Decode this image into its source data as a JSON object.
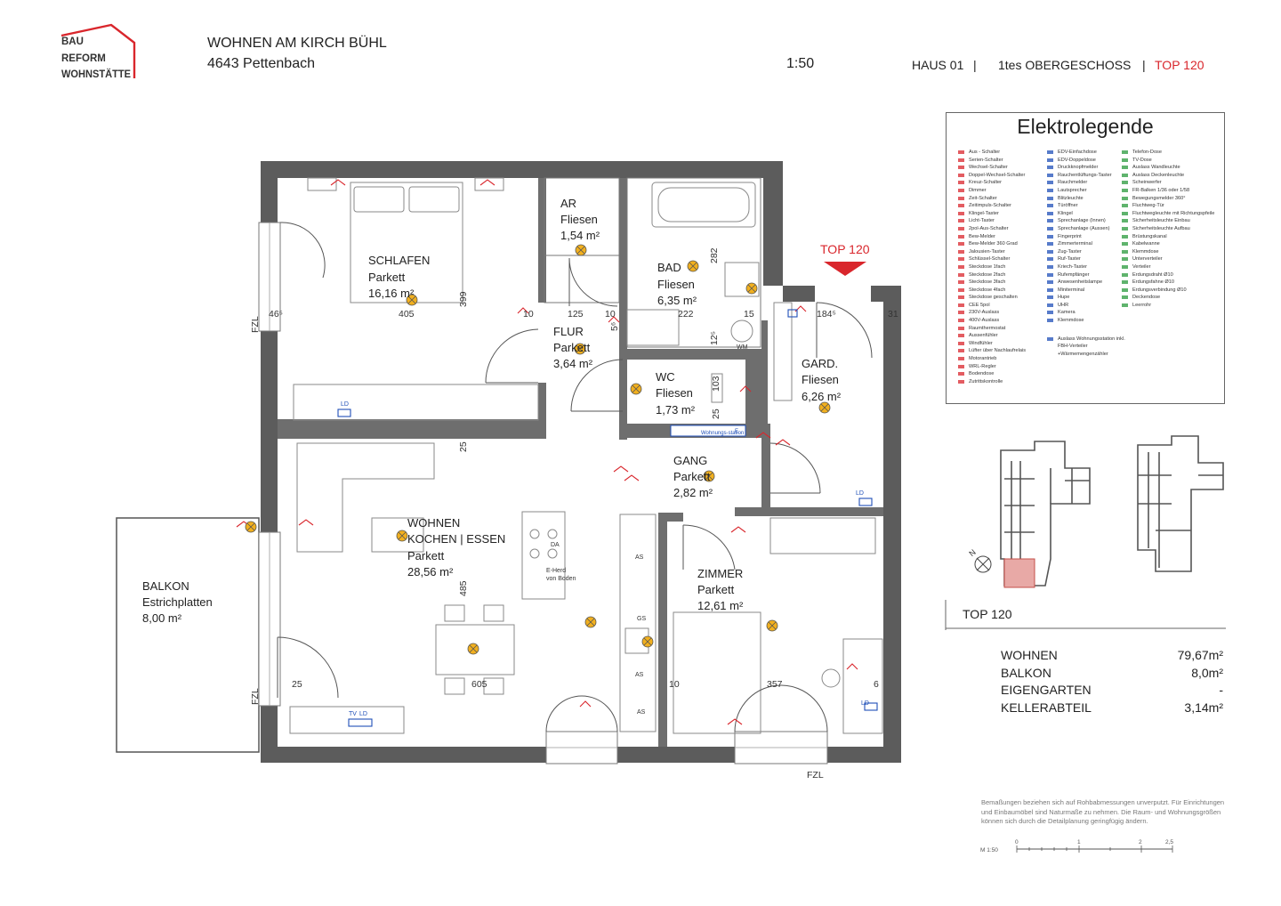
{
  "logo": {
    "line1": "BAU",
    "line2": "REFORM",
    "line3": "WOHNSTÄTTE"
  },
  "header": {
    "project": "WOHNEN AM KIRCH BÜHL",
    "address": "4643 Pettenbach",
    "scale": "1:50",
    "house": "HAUS 01",
    "sep1": "|",
    "floor": "1tes OBERGESCHOSS",
    "sep2": "|",
    "unit": "TOP 120"
  },
  "plan": {
    "entry_label": "TOP 120",
    "rooms": {
      "schlafen": {
        "name": "SCHLAFEN",
        "floor": "Parkett",
        "area": "16,16 m²"
      },
      "ar": {
        "name": "AR",
        "floor": "Fliesen",
        "area": "1,54 m²"
      },
      "bad": {
        "name": "BAD",
        "floor": "Fliesen",
        "area": "6,35 m²"
      },
      "flur": {
        "name": "FLUR",
        "floor": "Parkett",
        "area": "3,64 m²"
      },
      "wc": {
        "name": "WC",
        "floor": "Fliesen",
        "area": "1,73 m²"
      },
      "gard": {
        "name": "GARD.",
        "floor": "Fliesen",
        "area": "6,26 m²"
      },
      "gang": {
        "name": "GANG",
        "floor": "Parkett",
        "area": "2,82 m²"
      },
      "wohnen": {
        "name": "WOHNEN",
        "name2": "KOCHEN | ESSEN",
        "floor": "Parkett",
        "area": "28,56 m²"
      },
      "zimmer": {
        "name": "ZIMMER",
        "floor": "Parkett",
        "area": "12,61 m²"
      },
      "balkon": {
        "name": "BALKON",
        "floor": "Estrichplatten",
        "area": "8,00 m²"
      }
    },
    "dims": {
      "d405": "405",
      "d399": "399",
      "d46": "46⁵",
      "d10a": "10",
      "d125": "125",
      "d10b": "10",
      "d222": "222",
      "d282": "282",
      "d15": "15",
      "d1845": "184⁵",
      "d31": "31",
      "d56": "5⁶",
      "d125v": "12⁵",
      "d103": "103",
      "d25a": "25",
      "d25b": "25",
      "d485": "485",
      "d605": "605",
      "d25c": "25",
      "d10c": "10",
      "d357": "357",
      "d6": "6"
    },
    "fzl": "FZL",
    "misc": {
      "wm": "WM",
      "ld": "LD",
      "tv": "TV",
      "da": "DA",
      "eherd1": "E-Herd",
      "eherd2": "von Boden",
      "as": "AS",
      "gs": "GS",
      "wohnungsstation": "Wohnungs-station",
      "verteiler": "E"
    }
  },
  "legend": {
    "title": "Elektrolegende",
    "col1": [
      "Aus - Schalter",
      "Serien-Schalter",
      "Wechsel-Schalter",
      "Doppel-Wechsel-Schalter",
      "Kreuz-Schalter",
      "Dimmer",
      "Zeit-Schalter",
      "Zeitimpuls-Schalter",
      "Klingel-Taster",
      "Licht-Taster",
      "2pol-Aus-Schalter",
      "Bew-Melder",
      "Bew-Melder 360 Grad",
      "Jalousien-Taster",
      "Schlüssel-Schalter",
      "Steckdose 1fach",
      "Steckdose 2fach",
      "Steckdose 3fach",
      "Steckdose 4fach",
      "Steckdose geschalten",
      "CEE 5pol",
      "230V-Auslass",
      "400V-Auslass",
      "Raumthermostat",
      "Aussenfühler",
      "Windfühler",
      "Lüfter über Nachlaufrelais",
      "Motorantrieb",
      "WRL-Regler",
      "Bodendose",
      "Zutrittskontrolle"
    ],
    "col2": [
      "EDV-Einfachdose",
      "EDV-Doppeldose",
      "Druckknopfmelder",
      "Rauchentlüftungs-Taster",
      "Rauchmelder",
      "Lautsprecher",
      "Blitzleuchte",
      "Türöffner",
      "Klingel",
      "Sprechanlage (Innen)",
      "Sprechanlage (Aussen)",
      "Fingerprint",
      "Zimmerterminal",
      "Zug-Taster",
      "Ruf-Taster",
      "Kriech-Taster",
      "Rufempfänger",
      "Anwesenheitslampe",
      "Miniterminal",
      "Hupe",
      "UHR",
      "Kamera",
      "Klemmdose"
    ],
    "col2_extra": "Auslass Wohnungsstation inkl. FBH-Verteiler +Wärmemengenzähler",
    "col3": [
      "Telefon-Dose",
      "TV-Dose",
      "Auslass Wandleuchte",
      "Auslass Deckenleuchte",
      "Scheinwerfer",
      "FR-Balken 1/36 oder 1/58",
      "Bewegungsmelder 360°",
      "Fluchtweg-Tür",
      "Fluchtwegleuchte mit Richtungspfeile",
      "Sicherheitsleuchte Einbau",
      "Sicherheitsleuchte Aufbau",
      "Brüstungskanal",
      "Kabelwanne",
      "Klemmdose",
      "Unterverteiler",
      "Verteiler",
      "Erdungsdraht Ø10",
      "Erdungsfahne Ø10",
      "Erdungsverbindung Ø10",
      "Deckendose",
      "Leerrohr"
    ]
  },
  "areas": {
    "title": "TOP 120",
    "rows": [
      {
        "label": "WOHNEN",
        "value": "79,67m²"
      },
      {
        "label": "BALKON",
        "value": "8,0m²"
      },
      {
        "label": "EIGENGARTEN",
        "value": "-"
      },
      {
        "label": "KELLERABTEIL",
        "value": "3,14m²"
      }
    ]
  },
  "note": "Bemaßungen beziehen sich auf Rohbabmessungen unverputzt. Für Einrichtungen und Einbaumöbel sind Naturmaße zu nehmen. Die Raum- und Wohnungsgrößen können sich durch die Detailplanung geringfügig ändern.",
  "scalebar": {
    "m": "M 1:50",
    "t0": "0",
    "t1": "1",
    "t2": "2",
    "t25": "2,5"
  },
  "keyplan": {
    "north": "N"
  },
  "colors": {
    "wall": "#5c5c5c",
    "accent": "#d9262c",
    "lamp": "#f2b01e",
    "highlight": "#e8a9a6"
  }
}
